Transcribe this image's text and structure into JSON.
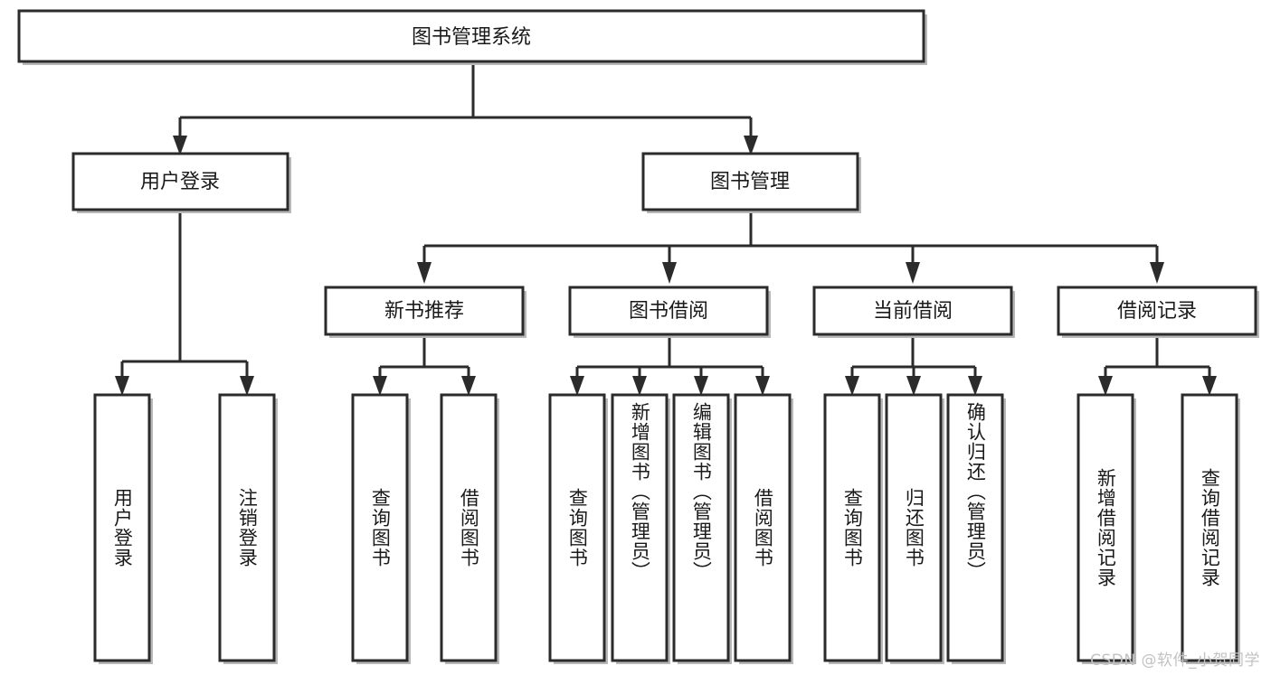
{
  "diagram": {
    "type": "tree",
    "title": "图书管理系统",
    "watermark": "CSDN @软件_小贺同学",
    "colors": {
      "box_fill": "#ffffff",
      "box_stroke": "#2b2b2b",
      "shadow": "#b8b8b8",
      "text": "#1a1a1a",
      "watermark": "#c2c2c2"
    },
    "root": {
      "label": "图书管理系统"
    },
    "level2": [
      {
        "label": "用户登录"
      },
      {
        "label": "图书管理"
      }
    ],
    "level3": [
      {
        "label": "新书推荐"
      },
      {
        "label": "图书借阅"
      },
      {
        "label": "当前借阅"
      },
      {
        "label": "借阅记录"
      }
    ],
    "leaves": {
      "user_login": [
        {
          "label": "用户登录"
        },
        {
          "label": "注销登录"
        }
      ],
      "new_book_recommend": [
        {
          "label": "查询图书"
        },
        {
          "label": "借阅图书"
        }
      ],
      "book_borrow": [
        {
          "label": "查询图书"
        },
        {
          "label": "新增图书（管理员）"
        },
        {
          "label": "编辑图书（管理员）"
        },
        {
          "label": "借阅图书"
        }
      ],
      "current_borrow": [
        {
          "label": "查询图书"
        },
        {
          "label": "归还图书"
        },
        {
          "label": "确认归还（管理员）"
        }
      ],
      "borrow_record": [
        {
          "label": "新增借阅记录"
        },
        {
          "label": "查询借阅记录"
        }
      ]
    }
  }
}
